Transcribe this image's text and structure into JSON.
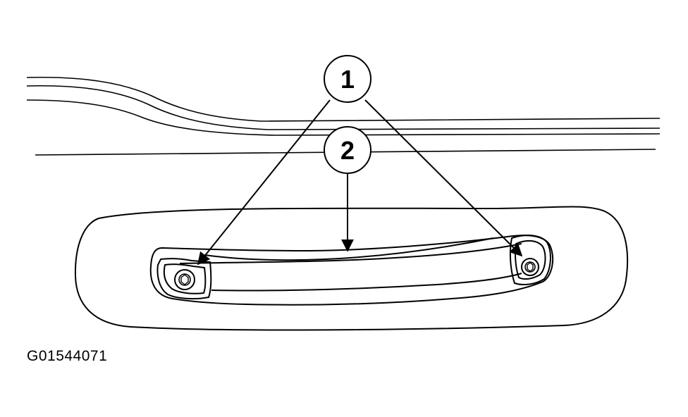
{
  "callouts": [
    {
      "label": "1"
    },
    {
      "label": "2"
    }
  ],
  "figure_id": "G01544071",
  "colors": {
    "ink": "#000000",
    "paper": "#ffffff"
  }
}
